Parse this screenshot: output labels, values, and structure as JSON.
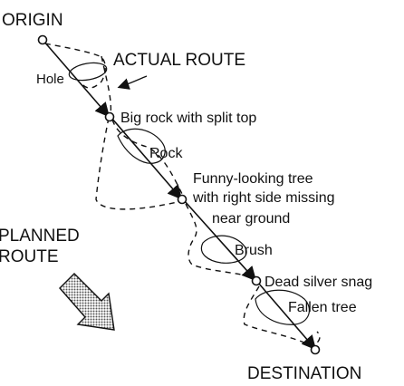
{
  "labels": {
    "origin": "ORIGIN",
    "actual_route": "ACTUAL ROUTE",
    "hole": "Hole",
    "big_rock": "Big rock with split top",
    "rock": "Rock",
    "tree_line1": "Funny-looking tree",
    "tree_line2": "with right side missing",
    "tree_line3": "near ground",
    "planned_line1": "PLANNED",
    "planned_line2": "ROUTE",
    "brush": "Brush",
    "snag": "Dead silver snag",
    "fallen_tree": "Fallen tree",
    "destination": "DESTINATION"
  },
  "colors": {
    "ink": "#111111",
    "background": "#ffffff",
    "arrow_fill": "#9a9a9a"
  }
}
